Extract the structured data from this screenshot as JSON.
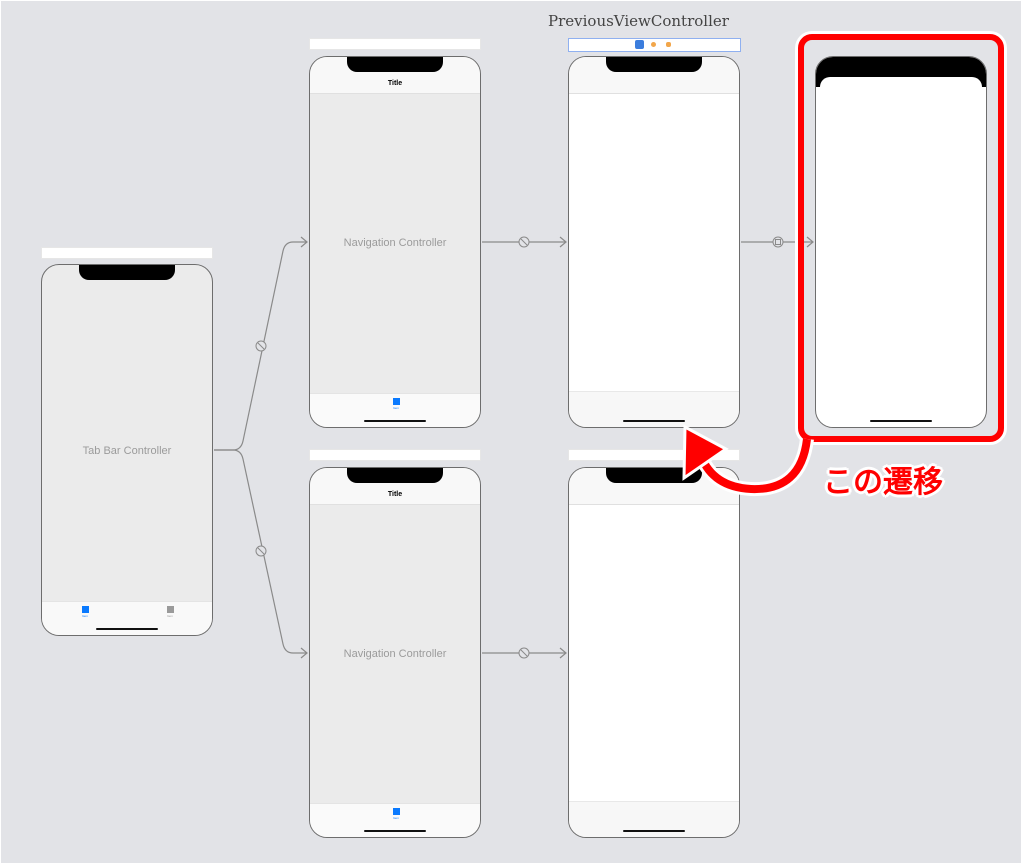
{
  "scenes": {
    "tab_bar_controller": {
      "label": "Tab Bar Controller",
      "tabs": [
        {
          "label": "Item",
          "color": "#0a7aff"
        },
        {
          "label": "Item",
          "color": "#9a9a9a"
        }
      ]
    },
    "nav_top": {
      "label": "Navigation Controller",
      "nav_title": "Title",
      "tab_label": "Item"
    },
    "nav_bottom": {
      "label": "Navigation Controller",
      "nav_title": "Title",
      "tab_label": "Item"
    },
    "previous_vc": {
      "title": "PreviousViewController"
    }
  },
  "annotation": {
    "text": "この遷移",
    "color": "#ff0000"
  }
}
